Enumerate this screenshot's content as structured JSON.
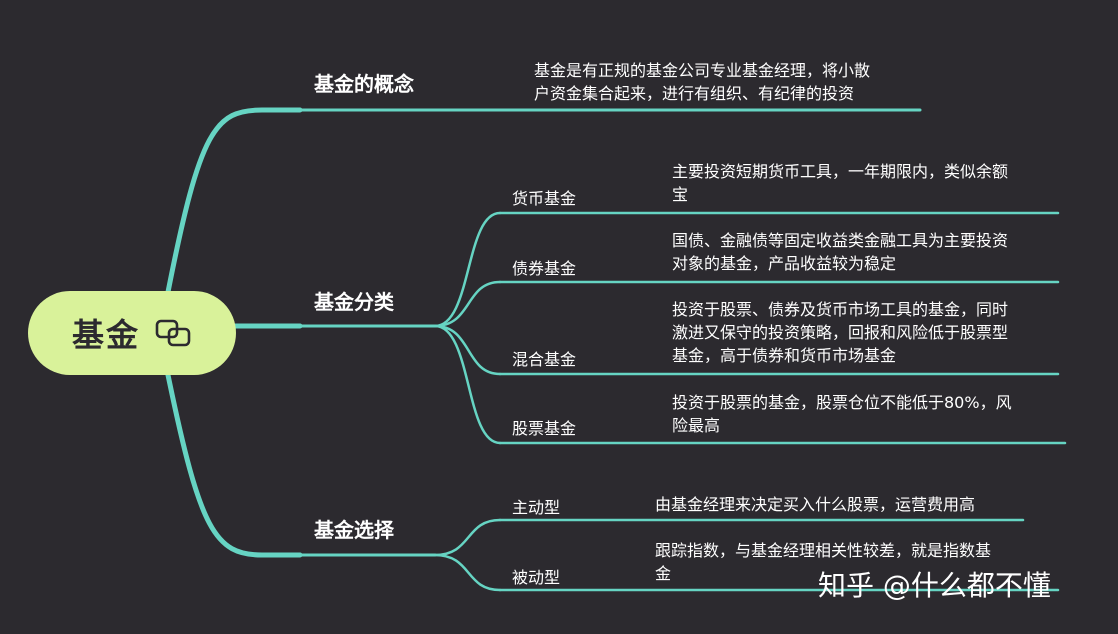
{
  "root": {
    "label": "基金",
    "icon": "link-icon"
  },
  "branches": [
    {
      "label": "基金的概念",
      "description": [
        "基金是有正规的基金公司专业基金经理，将小散",
        "户资金集合起来，进行有组织、有纪律的投资"
      ]
    },
    {
      "label": "基金分类",
      "children": [
        {
          "label": "货币基金",
          "description": [
            "主要投资短期货币工具，一年期限内，类似余额",
            "宝"
          ]
        },
        {
          "label": "债券基金",
          "description": [
            "国债、金融债等固定收益类金融工具为主要投资",
            "对象的基金，产品收益较为稳定"
          ]
        },
        {
          "label": "混合基金",
          "description": [
            "投资于股票、债券及货币市场工具的基金，同时",
            "激进又保守的投资策略，回报和风险低于股票型",
            "基金，高于债券和货币市场基金"
          ]
        },
        {
          "label": "股票基金",
          "description": [
            "投资于股票的基金，股票仓位不能低于80%，风",
            "险最高"
          ]
        }
      ]
    },
    {
      "label": "基金选择",
      "children": [
        {
          "label": "主动型",
          "description": [
            "由基金经理来决定买入什么股票，运营费用高"
          ]
        },
        {
          "label": "被动型",
          "description": [
            "跟踪指数，与基金经理相关性较差，就是指数基",
            "金"
          ]
        }
      ]
    }
  ],
  "watermark": "知乎 @什么都不懂",
  "colors": {
    "background": "#2c2a2f",
    "branch": "#66d4c3",
    "root_fill": "#d9f29a",
    "text": "#ffffff"
  }
}
